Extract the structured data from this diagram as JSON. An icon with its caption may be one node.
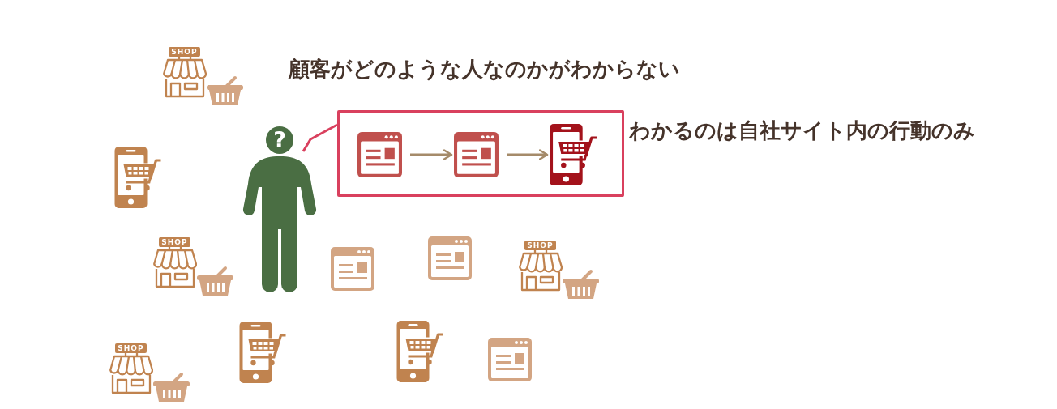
{
  "diagram": {
    "title": "顧客がどのような人なのかがわからない",
    "nodes": [
      {
        "text": [
          "?"
        ]
      },
      {
        "text": [],
        "shape": "box",
        "beside": [
          "わかるのは自社サイト内の行動のみ"
        ]
      },
      {
        "text": [],
        "shape": "picture",
        "in": 1
      },
      {
        "text": [],
        "shape": "picture",
        "in": 1
      },
      {
        "text": [],
        "shape": "picture",
        "in": 1
      }
    ],
    "edges": [
      {
        "from": 0,
        "to": 1,
        "arrow": "none",
        "color": "#d9405e"
      },
      {
        "from": 2,
        "to": 3,
        "arrow": "to"
      },
      {
        "from": 3,
        "to": 4,
        "arrow": "to"
      }
    ],
    "labels": [
      "SHOP",
      "SHOP",
      "SHOP",
      "SHOP"
    ]
  }
}
